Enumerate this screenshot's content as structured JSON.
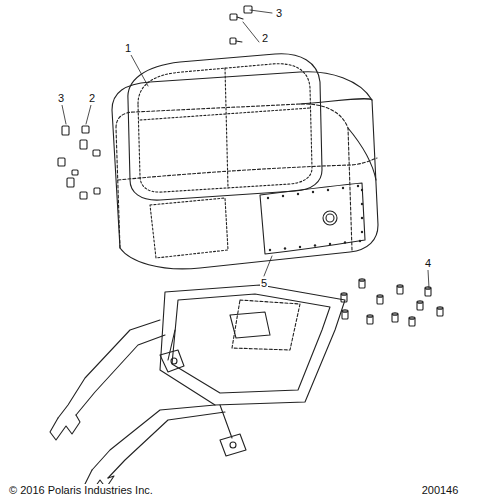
{
  "diagram": {
    "labels": [
      "3",
      "2",
      "1",
      "3",
      "2",
      "4",
      "5",
      "© 2016 Polaris Industries Inc.",
      "200146"
    ]
  }
}
